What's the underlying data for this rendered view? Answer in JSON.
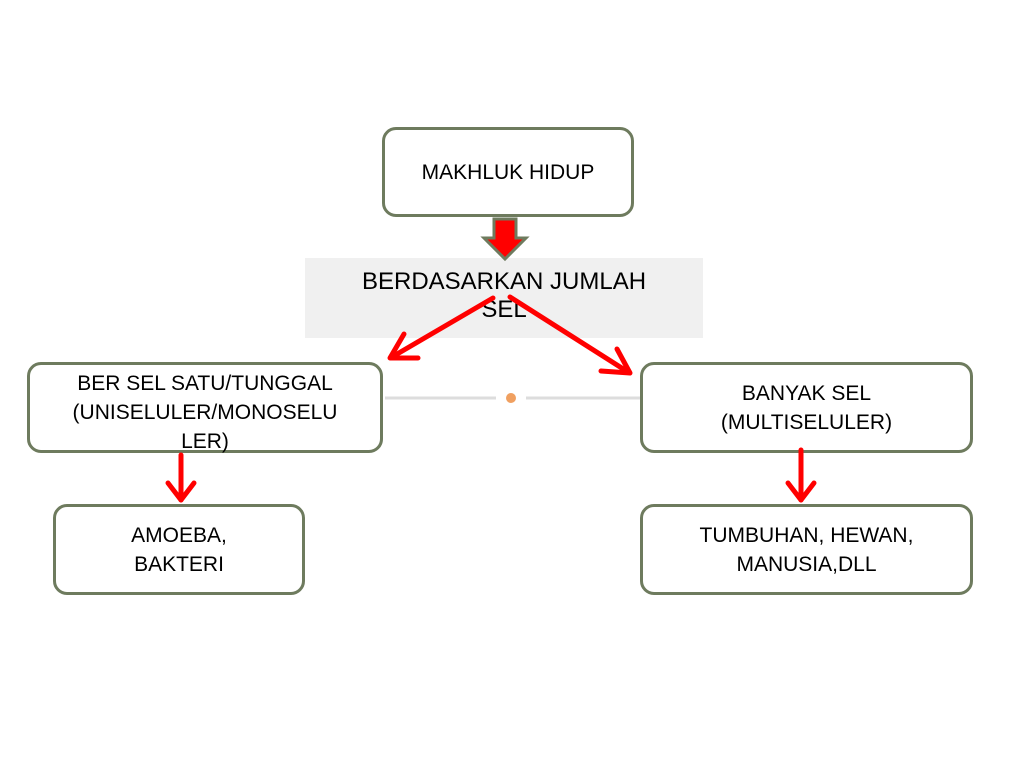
{
  "diagram": {
    "root": {
      "label": "MAKHLUK HIDUP"
    },
    "criterion": {
      "label": "BERDASARKAN JUMLAH\nSEL"
    },
    "left": {
      "label": "BER SEL SATU/TUNGGAL\n(UNISELULER/MONOSELU\nLER)"
    },
    "right": {
      "label": "BANYAK SEL\n(MULTISELULER)"
    },
    "left_child": {
      "label": "AMOEBA,\nBAKTERI"
    },
    "right_child": {
      "label": "TUMBUHAN, HEWAN,\nMANUSIA,DLL"
    }
  },
  "colors": {
    "border": "#6e7b5e",
    "arrow": "#ff0000",
    "block_arrow_outline": "#6e7b5e",
    "label_background": "#f0f0f0",
    "connector_line": "#dddddd",
    "connector_dot": "#f0a060"
  }
}
